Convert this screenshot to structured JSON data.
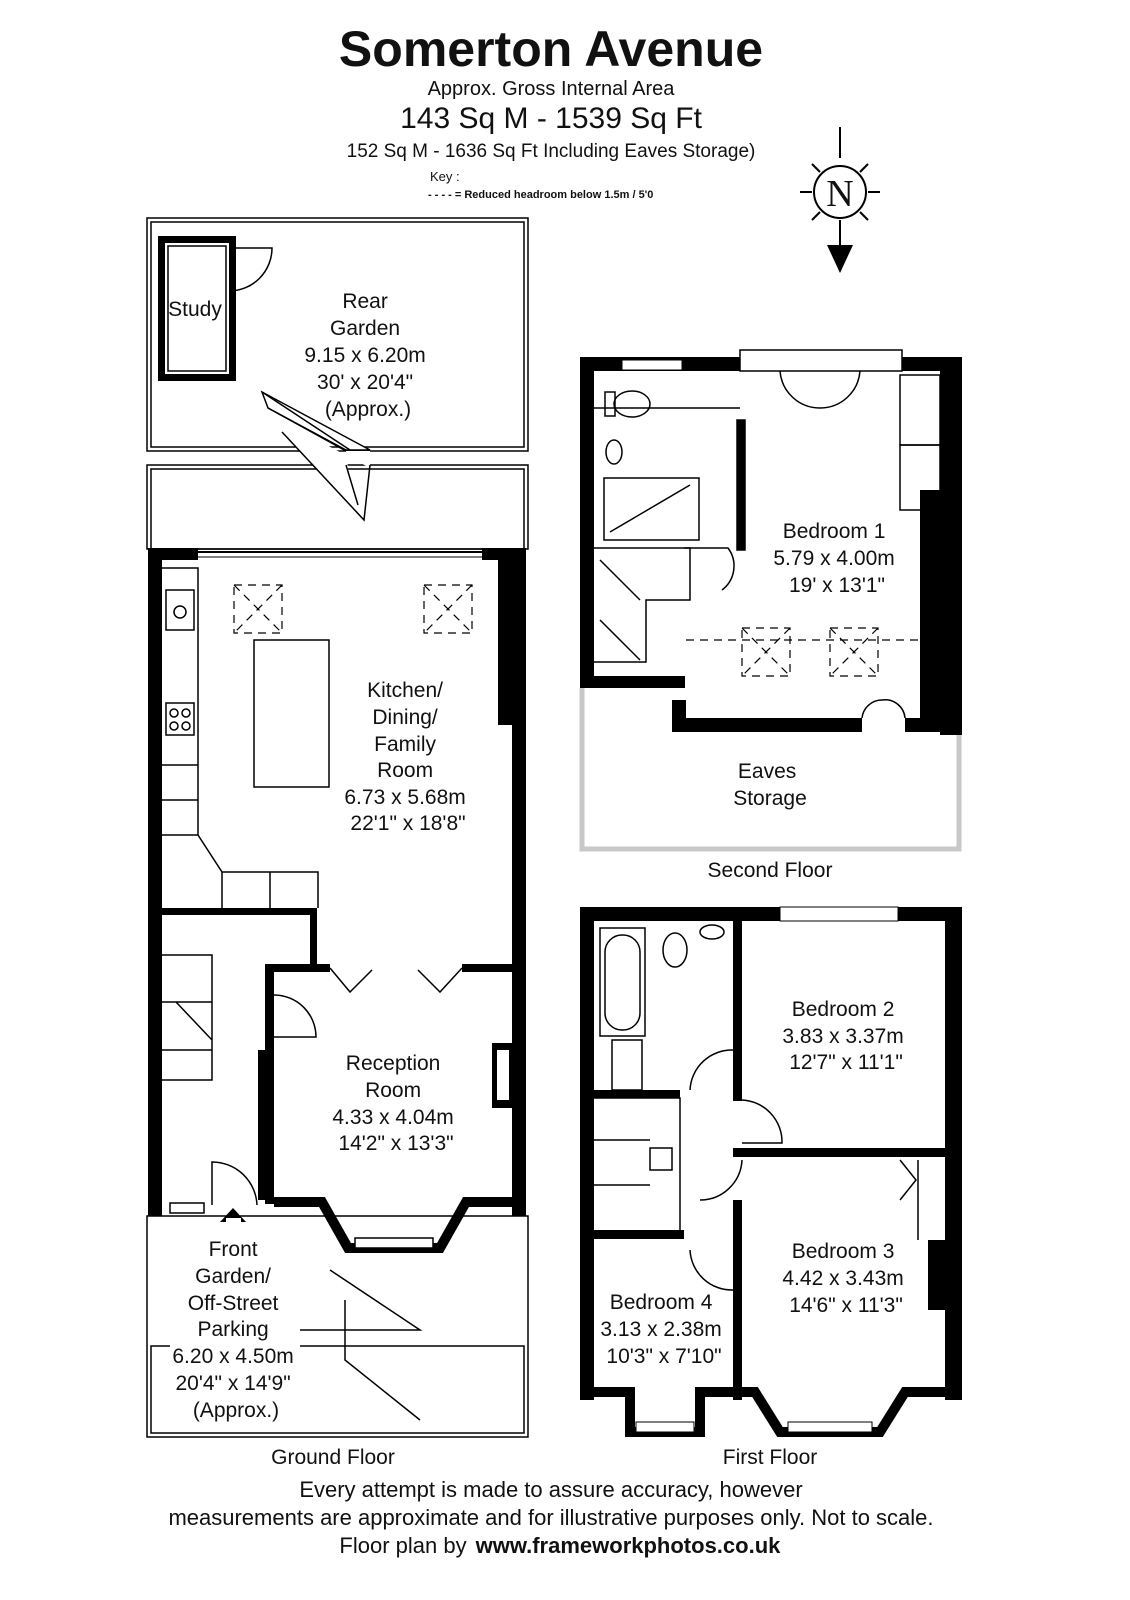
{
  "header": {
    "title": "Somerton Avenue",
    "subtitle": "Approx. Gross Internal Area",
    "area_main": "143 Sq M - 1539 Sq Ft",
    "area_incl": "152 Sq M - 1636 Sq Ft Including Eaves Storage)",
    "key_label": "Key :",
    "key_item": "- - - - =  Reduced  headroom below 1.5m / 5'0"
  },
  "compass": {
    "letter": "N",
    "icon": "compass-icon"
  },
  "ground_floor": {
    "label": "Ground Floor",
    "study": "Study",
    "rear_garden": [
      "Rear",
      "Garden",
      "9.15 x 6.20m",
      "30' x 20'4\"",
      "(Approx.)"
    ],
    "kitchen": [
      "Kitchen/",
      "Dining/",
      "Family",
      "Room",
      "6.73 x 5.68m",
      "22'1\" x 18'8\""
    ],
    "reception": [
      "Reception",
      "Room",
      "4.33 x 4.04m",
      "14'2\" x 13'3\""
    ],
    "front_garden": [
      "Front",
      "Garden/",
      "Off-Street",
      "Parking",
      "6.20 x 4.50m",
      "20'4\" x 14'9\"",
      "(Approx.)"
    ]
  },
  "second_floor": {
    "label": "Second Floor",
    "bedroom1": [
      "Bedroom 1",
      "5.79 x 4.00m",
      "19' x 13'1\""
    ],
    "eaves": [
      "Eaves",
      "Storage"
    ]
  },
  "first_floor": {
    "label": "First Floor",
    "bedroom2": [
      "Bedroom 2",
      "3.83 x 3.37m",
      "12'7\" x 11'1\""
    ],
    "bedroom3": [
      "Bedroom 3",
      "4.42 x 3.43m",
      "14'6\" x 11'3\""
    ],
    "bedroom4": [
      "Bedroom 4",
      "3.13 x 2.38m",
      "10'3\" x 7'10\""
    ]
  },
  "footer": {
    "line1": "Every attempt is made to assure accuracy, however",
    "line2": "measurements are approximate and for illustrative purposes only. Not to scale.",
    "credit_prefix": "Floor plan by",
    "credit_site": "www.frameworkphotos.co.uk"
  }
}
